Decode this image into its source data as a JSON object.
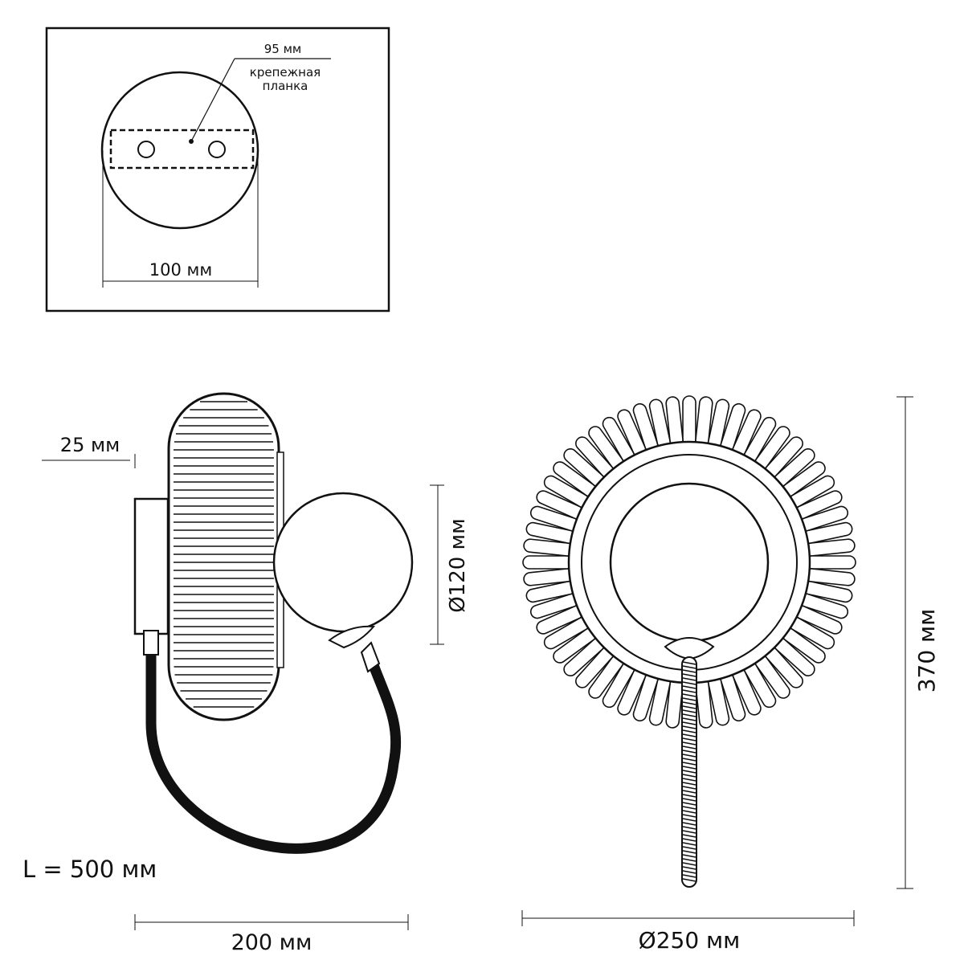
{
  "inset": {
    "plate_length_label": "95 мм",
    "plate_name_line1": "крепежная",
    "plate_name_line2": "планка",
    "base_diameter_label": "100 мм"
  },
  "side_view": {
    "offset_label": "25 мм",
    "globe_diameter_label": "Ø120 мм",
    "cable_length_label": "L = 500 мм",
    "depth_label": "200 мм"
  },
  "front_view": {
    "height_label": "370 мм",
    "diameter_label": "Ø250 мм"
  },
  "colors": {
    "line": "#111111",
    "background": "#ffffff"
  }
}
